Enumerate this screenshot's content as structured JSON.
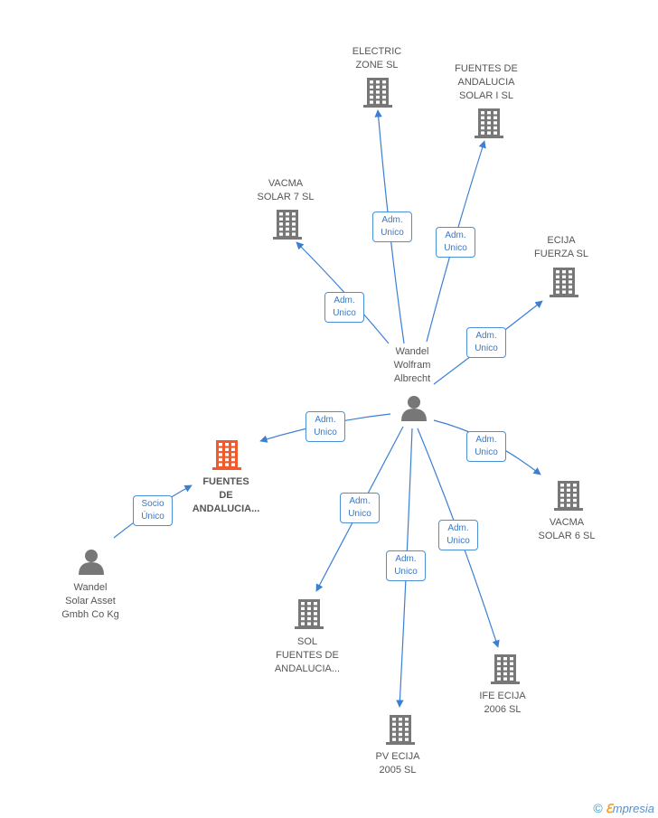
{
  "colors": {
    "edge": "#3b7fd4",
    "node": "#777777",
    "focus": "#f15a2b",
    "badge_text": "#3b78c2"
  },
  "nodes": {
    "electric": [
      "ELECTRIC",
      "ZONE SL"
    ],
    "fas1": [
      "FUENTES DE",
      "ANDALUCIA",
      "SOLAR I SL"
    ],
    "vacma7": [
      "VACMA",
      "SOLAR 7 SL"
    ],
    "ecija": [
      "ECIJA",
      "FUERZA SL"
    ],
    "wandel": [
      "Wandel",
      "Wolfram",
      "Albrecht"
    ],
    "focus": [
      "FUENTES",
      "DE",
      "ANDALUCIA..."
    ],
    "vacma6": [
      "VACMA",
      "SOLAR 6 SL"
    ],
    "gmbh": [
      "Wandel",
      "Solar Asset",
      "Gmbh Co Kg"
    ],
    "sol": [
      "SOL",
      "FUENTES DE",
      "ANDALUCIA..."
    ],
    "ife": [
      "IFE ECIJA",
      "2006 SL"
    ],
    "pv": [
      "PV ECIJA",
      "2005 SL"
    ]
  },
  "relations": {
    "adm": [
      "Adm.",
      "Unico"
    ],
    "socio": [
      "Socio",
      "Único"
    ]
  },
  "footer": {
    "copyright": "©",
    "brand_e": "ℇ",
    "brand_rest": "mpresia"
  }
}
